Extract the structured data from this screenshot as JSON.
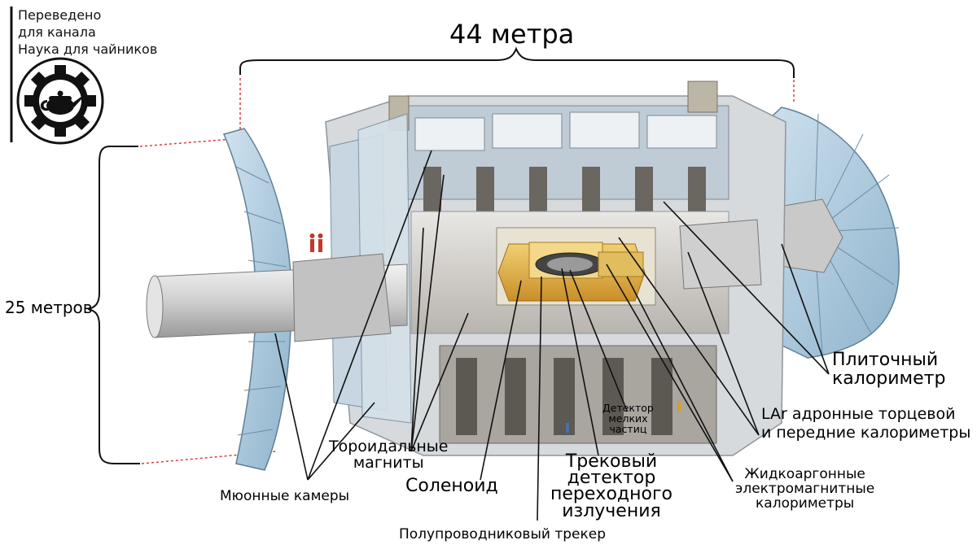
{
  "credit": {
    "line1": "Переведено",
    "line2": "для канала",
    "line3": "Наука для чайников"
  },
  "logo": {
    "icon": "teapot-gear-icon"
  },
  "dimensions": {
    "length": "44 метра",
    "height": "25 метров"
  },
  "labels": {
    "tile_calorimeter_1": "Плиточный",
    "tile_calorimeter_2": "калориметр",
    "lar_hadronic_1": "LAr адронные торцевой",
    "lar_hadronic_2": "и передние калориметры",
    "pixel_detector_1": "Детектор",
    "pixel_detector_2": "мелких",
    "pixel_detector_3": "частиц",
    "toroid_magnets_1": "Тороидальные",
    "toroid_magnets_2": "магниты",
    "solenoid": "Соленоид",
    "trt_1": "Трековый",
    "trt_2": "детектор",
    "trt_3": "переходного",
    "trt_4": "излучения",
    "lar_em_1": "Жидкоаргонные",
    "lar_em_2": "электромагнитные",
    "lar_em_3": "калориметры",
    "muon_chambers": "Мюонные камеры",
    "semiconductor_tracker": "Полупроводниковый трекер"
  },
  "colors": {
    "frame": "#b9c3cc",
    "wheel": "#9ec0d8",
    "beam_pipe": "#d9d9d9",
    "calorimeter": "#e2b04a",
    "pointer": "#111111",
    "dim_marker": "#e23a3a"
  }
}
